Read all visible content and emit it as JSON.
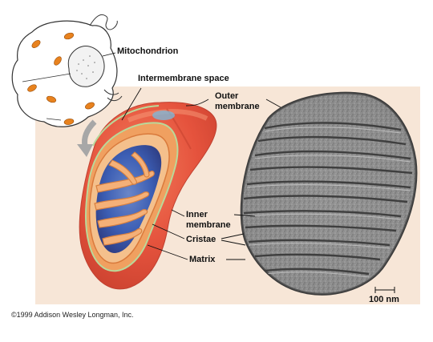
{
  "labels": {
    "mitochondrion": "Mitochondrion",
    "intermembrane_space": "Intermembrane space",
    "outer_membrane_1": "Outer",
    "outer_membrane_2": "membrane",
    "inner_membrane_1": "Inner",
    "inner_membrane_2": "membrane",
    "cristae": "Cristae",
    "matrix": "Matrix",
    "scale_bar": "100 nm"
  },
  "footer": {
    "copyright": "©1999 Addison Wesley Longman, Inc."
  },
  "colors": {
    "panel_background": "#f7e6d7",
    "outer_membrane": "#e9523c",
    "membrane_edge": "#b9d99a",
    "matrix_blue": "#3c5eb4",
    "cristae_fill": "#f4b078",
    "small_mitochondria": "#e8821e",
    "arrow_gray": "#a7a7a7",
    "micrograph_gray": "#8a8a8a"
  }
}
